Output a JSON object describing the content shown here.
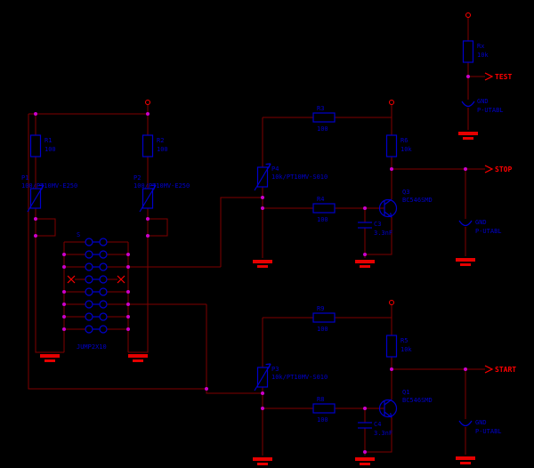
{
  "schematic": {
    "colors": {
      "wire": "#7f0000",
      "symbol": "#0000cc",
      "net": "#ff0000",
      "ground": "#e60000",
      "junction": "#cc00cc"
    },
    "net_labels": {
      "test": "TEST",
      "stop": "STOP",
      "start": "START"
    },
    "components": {
      "rx": {
        "ref": "Rx",
        "value": "10k"
      },
      "r1": {
        "ref": "R1",
        "value": "100"
      },
      "r2": {
        "ref": "R2",
        "value": "100"
      },
      "r3": {
        "ref": "R3",
        "value": "100"
      },
      "r4": {
        "ref": "R4",
        "value": "100"
      },
      "r5": {
        "ref": "R5",
        "value": "10k"
      },
      "r6": {
        "ref": "R6",
        "value": "10k"
      },
      "r8": {
        "ref": "R8",
        "value": "100"
      },
      "r9": {
        "ref": "R9",
        "value": "100"
      },
      "p1": {
        "ref": "P1",
        "value": "100/PT10MV-E250"
      },
      "p2": {
        "ref": "P2",
        "value": "100/PT10MV-E250"
      },
      "p3": {
        "ref": "P3",
        "value": "10k/PT10MV-S010"
      },
      "p4": {
        "ref": "P4",
        "value": "10k/PT10MV-S010"
      },
      "c3": {
        "ref": "C3",
        "value": "3.3nF"
      },
      "c4": {
        "ref": "C4",
        "value": "3.3nF"
      },
      "q1": {
        "ref": "Q1",
        "value": "BC546SMD"
      },
      "q3": {
        "ref": "Q3",
        "value": "BC546SMD"
      },
      "conn": {
        "ref": "S",
        "value": "JUMP2X10"
      },
      "gnd_pin": {
        "ref": "GND",
        "value": "P-UTABL"
      }
    }
  }
}
